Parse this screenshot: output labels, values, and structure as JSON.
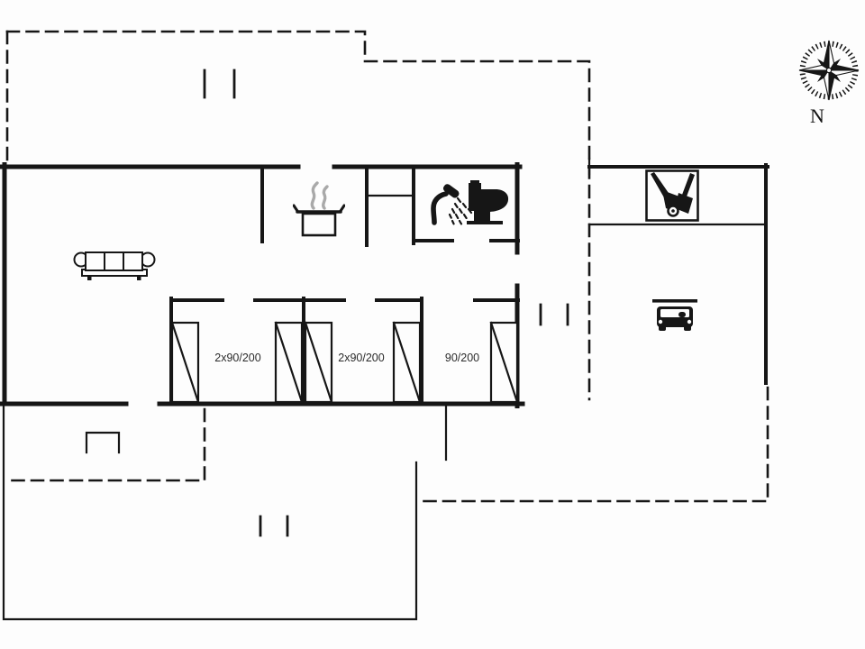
{
  "plan_title": "holiday-house-floor-plan",
  "bedrooms": [
    {
      "label": "2x90/200"
    },
    {
      "label": "2x90/200"
    },
    {
      "label": "90/200"
    }
  ],
  "compass": {
    "label": "N"
  },
  "icons": {
    "sofa": "sofa-icon",
    "cooking_pot": "cooking-pot-icon",
    "shower": "shower-icon",
    "toilet": "toilet-icon",
    "garden_tools": "garden-tools-icon",
    "car": "car-icon",
    "compass_rose": "compass-rose-icon",
    "grill": "grill-icon"
  },
  "colors": {
    "line": "#161616",
    "steam": "#a9a9a9",
    "background": "#fdfdfd",
    "text": "#2b2b2b"
  }
}
